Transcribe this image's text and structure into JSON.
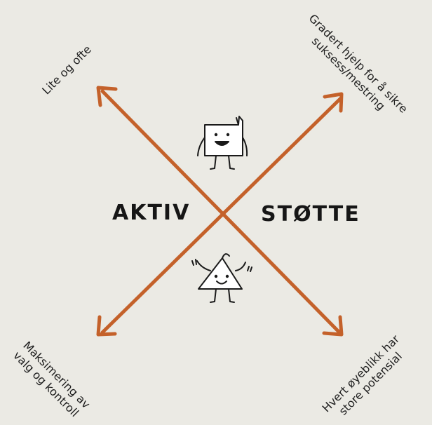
{
  "center": {
    "left_word": "AKTIV",
    "right_word": "STØTTE"
  },
  "corners": {
    "top_left": [
      "Lite og ofte"
    ],
    "top_right": [
      "Gradert hjelp for å sikre",
      "suksess/mestring"
    ],
    "bottom_left": [
      "Maksimering av",
      "valg og kontroll"
    ],
    "bottom_right": [
      "Hvert øyeblikk har",
      "store potensial"
    ]
  },
  "colors": {
    "background": "#ebeae4",
    "arrow": "#c4612a",
    "ink": "#1c1c1c"
  },
  "icons": {
    "top_character": "square-character-icon",
    "bottom_character": "triangle-character-icon"
  }
}
